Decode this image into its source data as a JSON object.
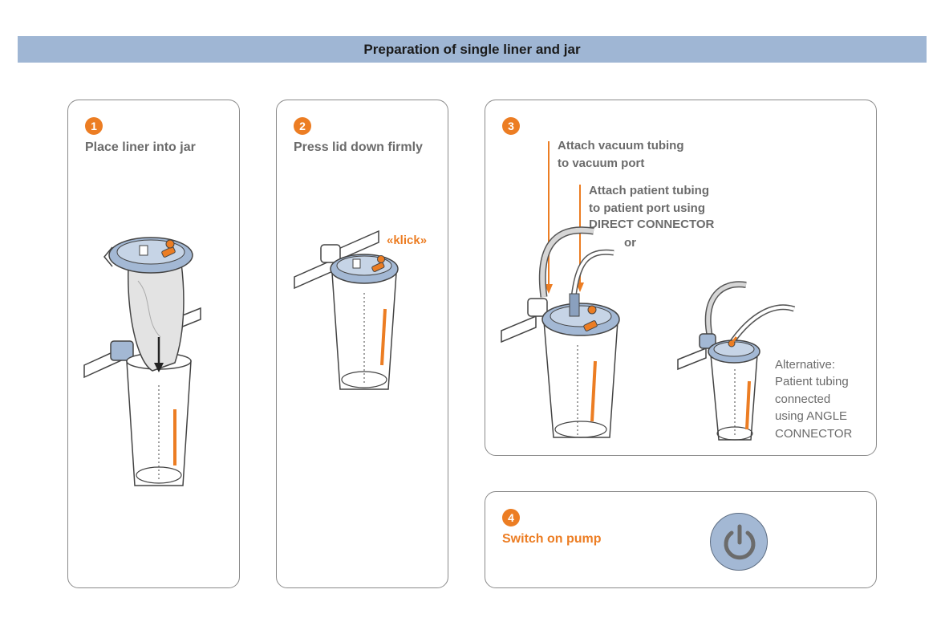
{
  "banner": {
    "title": "Preparation of single liner and jar"
  },
  "steps": [
    {
      "number": "1",
      "title": "Place liner into jar"
    },
    {
      "number": "2",
      "title": "Press lid down firmly",
      "callout": "«klick»"
    },
    {
      "number": "3",
      "vacuum_note": [
        "Attach vacuum tubing",
        "to vacuum port"
      ],
      "patient_note": [
        "Attach patient tubing",
        "to patient port using",
        "DIRECT CONNECTOR"
      ],
      "or": "or",
      "alternative": {
        "heading": "Alternative:",
        "lines": [
          "Patient tubing",
          "connected",
          "using ANGLE",
          "CONNECTOR"
        ]
      }
    },
    {
      "number": "4",
      "title": "Switch on pump",
      "icon": "power-icon"
    }
  ],
  "colors": {
    "accent": "#ec7d23",
    "banner": "#9fb6d4",
    "text": "#6b6b6b",
    "power": "#a3b8d4"
  }
}
